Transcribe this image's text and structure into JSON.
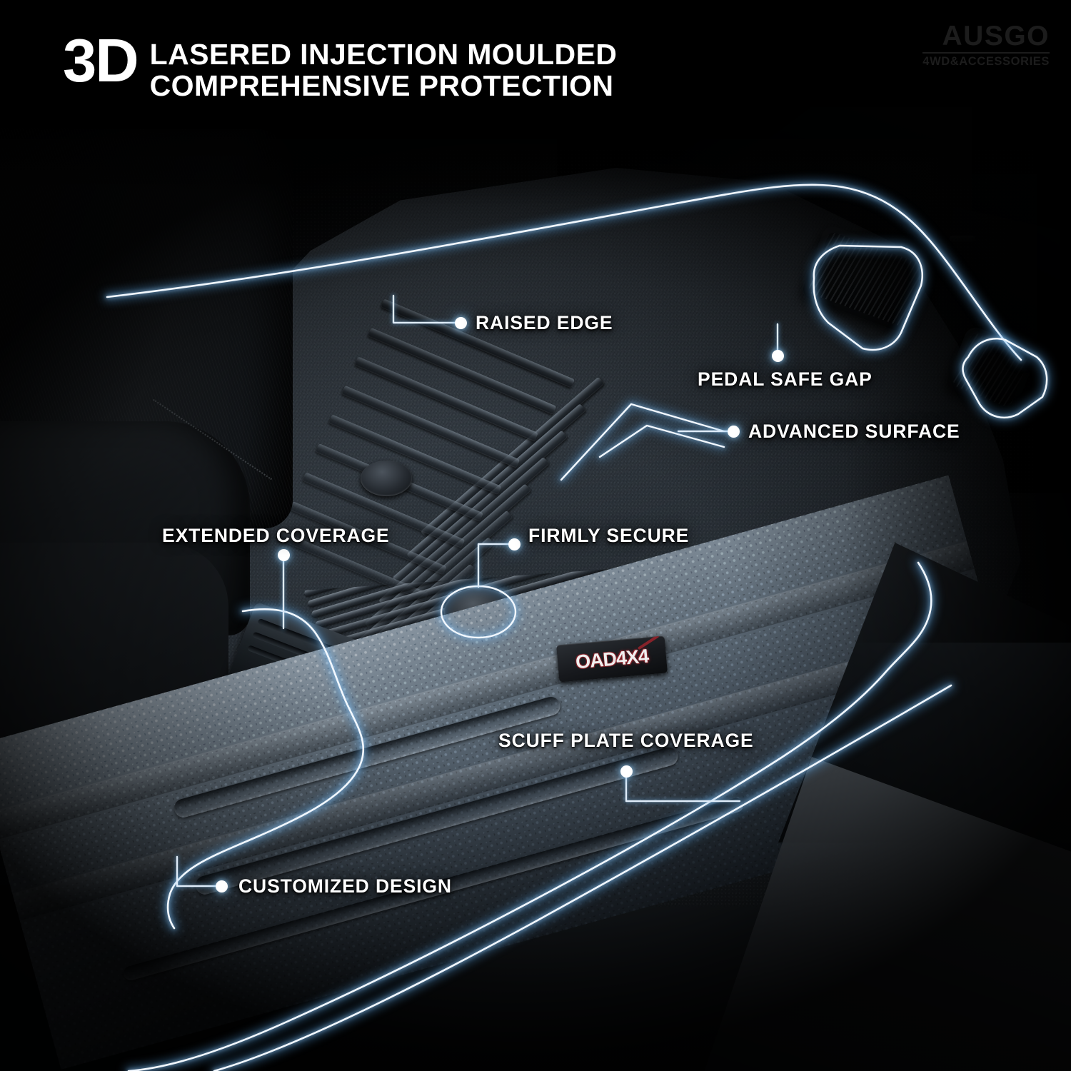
{
  "header": {
    "badge_3d": "3D",
    "line1": "LASERED INJECTION MOULDED",
    "line2": "COMPREHENSIVE PROTECTION"
  },
  "logo": {
    "brand": "AUSGO",
    "tagline": "4WD&ACCESSORIES"
  },
  "product_badge": {
    "brand": "OAD",
    "variant": "4X4"
  },
  "callouts": [
    {
      "id": "raised-edge",
      "label": "RAISED EDGE"
    },
    {
      "id": "pedal-safe-gap",
      "label": "PEDAL SAFE GAP"
    },
    {
      "id": "advanced-surface",
      "label": "ADVANCED SURFACE"
    },
    {
      "id": "extended-coverage",
      "label": "EXTENDED COVERAGE"
    },
    {
      "id": "firmly-secure",
      "label": "FIRMLY SECURE"
    },
    {
      "id": "scuff-plate-coverage",
      "label": "SCUFF PLATE COVERAGE"
    },
    {
      "id": "customized-design",
      "label": "CUSTOMIZED DESIGN"
    }
  ],
  "colors": {
    "background": "#000000",
    "header_text": "#ffffff",
    "logo_text": "#1c1c1c",
    "glow_core": "#f2f8ff",
    "glow_halo": "#58a6e8",
    "leader_line": "#dfecf9",
    "badge_accent": "#8d232b"
  },
  "scene": {
    "subject": "car-interior-driver-footwell-with-3d-moulded-floor-mat"
  }
}
